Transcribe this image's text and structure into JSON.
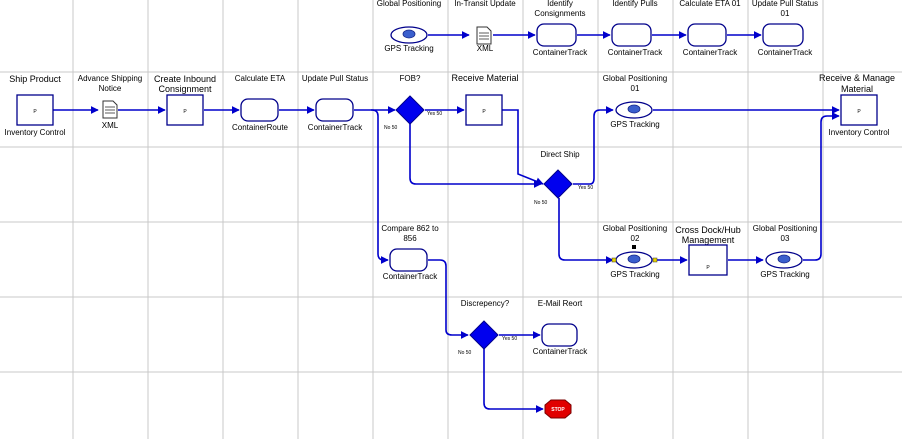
{
  "colors": {
    "flow": "#0000cc",
    "decision": "#0000ee",
    "grid": "#c8c8c8",
    "stop": "#e00000",
    "gps": "#3a5fcd"
  },
  "icons": {
    "document": "document-icon",
    "gps": "gps-ellipse-icon",
    "stop": "stop-sign-icon"
  },
  "nodes": {
    "ship_product": {
      "title": "Ship Product",
      "inner": "P",
      "sub": "Inventory Control"
    },
    "advance_shipping": {
      "title1": "Advance Shipping",
      "title2": "Notice",
      "sub": "XML"
    },
    "create_inbound": {
      "title1": "Create Inbound",
      "title2": "Consignment",
      "inner": "P"
    },
    "calc_eta": {
      "title": "Calculate ETA",
      "sub": "ContainerRoute"
    },
    "update_pull": {
      "title": "Update Pull Status",
      "sub": "ContainerTrack"
    },
    "fob": {
      "title": "FOB?",
      "no": "No 50",
      "yes": "Yes 50"
    },
    "receive_material": {
      "title": "Receive Material",
      "inner": "P"
    },
    "direct_ship": {
      "title": "Direct Ship",
      "no": "No 50",
      "yes": "Yes 50"
    },
    "gps_01": {
      "title1": "Global Positioning",
      "title2": "01",
      "sub": "GPS Tracking"
    },
    "receive_manage": {
      "title1": "Receive & Manage",
      "title2": "Material",
      "inner": "P",
      "sub": "Inventory Control"
    },
    "top_gps": {
      "title": "Global Positioning",
      "sub": "GPS Tracking"
    },
    "in_transit": {
      "title": "In-Transit Update",
      "sub": "XML"
    },
    "identify_consignments": {
      "title1": "Identify",
      "title2": "Consignments",
      "sub": "ContainerTrack"
    },
    "identify_pulls": {
      "title": "Identify Pulls",
      "sub": "ContainerTrack"
    },
    "calc_eta_01": {
      "title": "Calculate ETA 01",
      "sub": "ContainerTrack"
    },
    "update_pull_01": {
      "title1": "Update Pull Status",
      "title2": "01",
      "sub": "ContainerTrack"
    },
    "compare": {
      "title1": "Compare 862 to",
      "title2": "856",
      "sub": "ContainerTrack"
    },
    "gps_02": {
      "title1": "Global Positioning",
      "title2": "02",
      "sub": "GPS Tracking"
    },
    "cross_dock": {
      "title1": "Cross Dock/Hub",
      "title2": "Management",
      "inner": "P"
    },
    "gps_03": {
      "title1": "Global Positioning",
      "title2": "03",
      "sub": "GPS Tracking"
    },
    "discrepancy": {
      "title": "Discrepency?",
      "no": "No 50",
      "yes": "Yes 50"
    },
    "email": {
      "title": "E-Mail Reort",
      "sub": "ContainerTrack"
    },
    "stop": {
      "label": "STOP"
    }
  }
}
